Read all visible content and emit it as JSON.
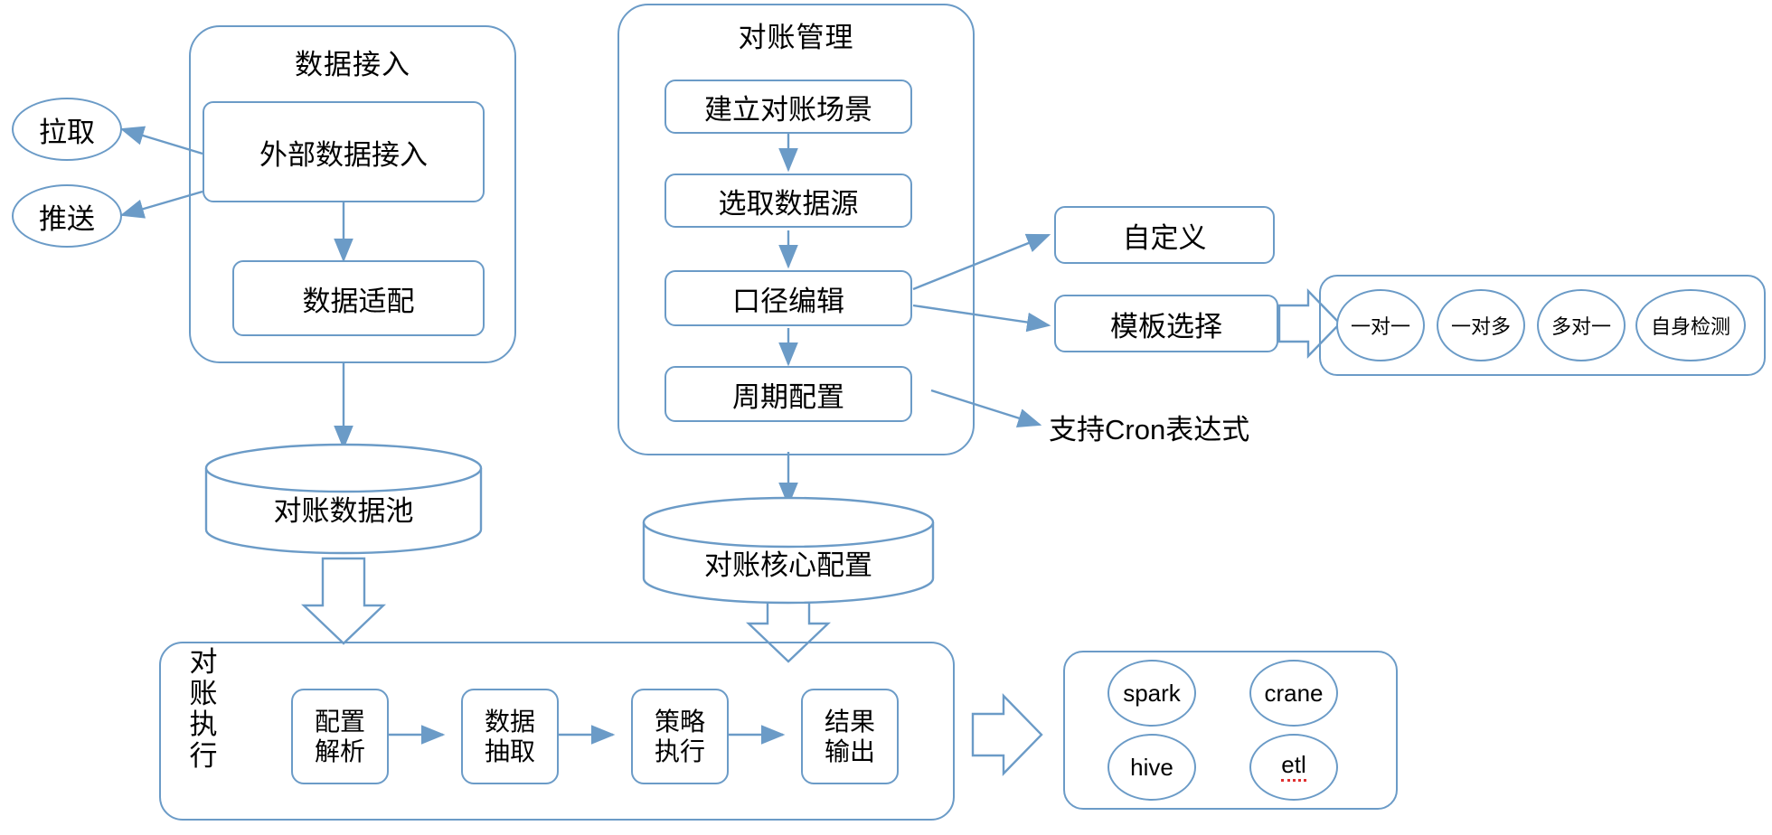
{
  "diagram": {
    "title_semantic": "reconciliation-platform-architecture",
    "line_color": "#6b9bc7",
    "text_color": "#000000",
    "background": "#ffffff",
    "spellcheck_underline_color": "#e03030"
  },
  "data_ingestion_group": {
    "title": "数据接入",
    "nodes": [
      {
        "label": "外部数据接入"
      },
      {
        "label": "数据适配"
      }
    ],
    "branches": [
      {
        "label": "拉取"
      },
      {
        "label": "推送"
      }
    ]
  },
  "reconciliation_management_group": {
    "title": "对账管理",
    "steps": [
      {
        "label": "建立对账场景"
      },
      {
        "label": "选取数据源"
      },
      {
        "label": "口径编辑"
      },
      {
        "label": "周期配置"
      }
    ],
    "side_options": [
      {
        "label": "自定义"
      },
      {
        "label": "模板选择"
      }
    ],
    "cron_note": "支持Cron表达式"
  },
  "template_types_group": {
    "items": [
      {
        "label": "一对一"
      },
      {
        "label": "一对多"
      },
      {
        "label": "多对一"
      },
      {
        "label": "自身检测"
      }
    ]
  },
  "data_stores": [
    {
      "label": "对账数据池",
      "name": "reconciliation-data-pool"
    },
    {
      "label": "对账核心配置",
      "name": "reconciliation-core-config"
    }
  ],
  "execution_group": {
    "title": "对账执行",
    "steps": [
      {
        "line1": "配置",
        "line2": "解析"
      },
      {
        "line1": "数据",
        "line2": "抽取"
      },
      {
        "line1": "策略",
        "line2": "执行"
      },
      {
        "line1": "结果",
        "line2": "输出"
      }
    ]
  },
  "tech_stack_group": {
    "items": [
      {
        "label": "spark",
        "misspelled": false
      },
      {
        "label": "crane",
        "misspelled": false
      },
      {
        "label": "hive",
        "misspelled": false
      },
      {
        "label": "etl",
        "misspelled": true
      }
    ]
  }
}
